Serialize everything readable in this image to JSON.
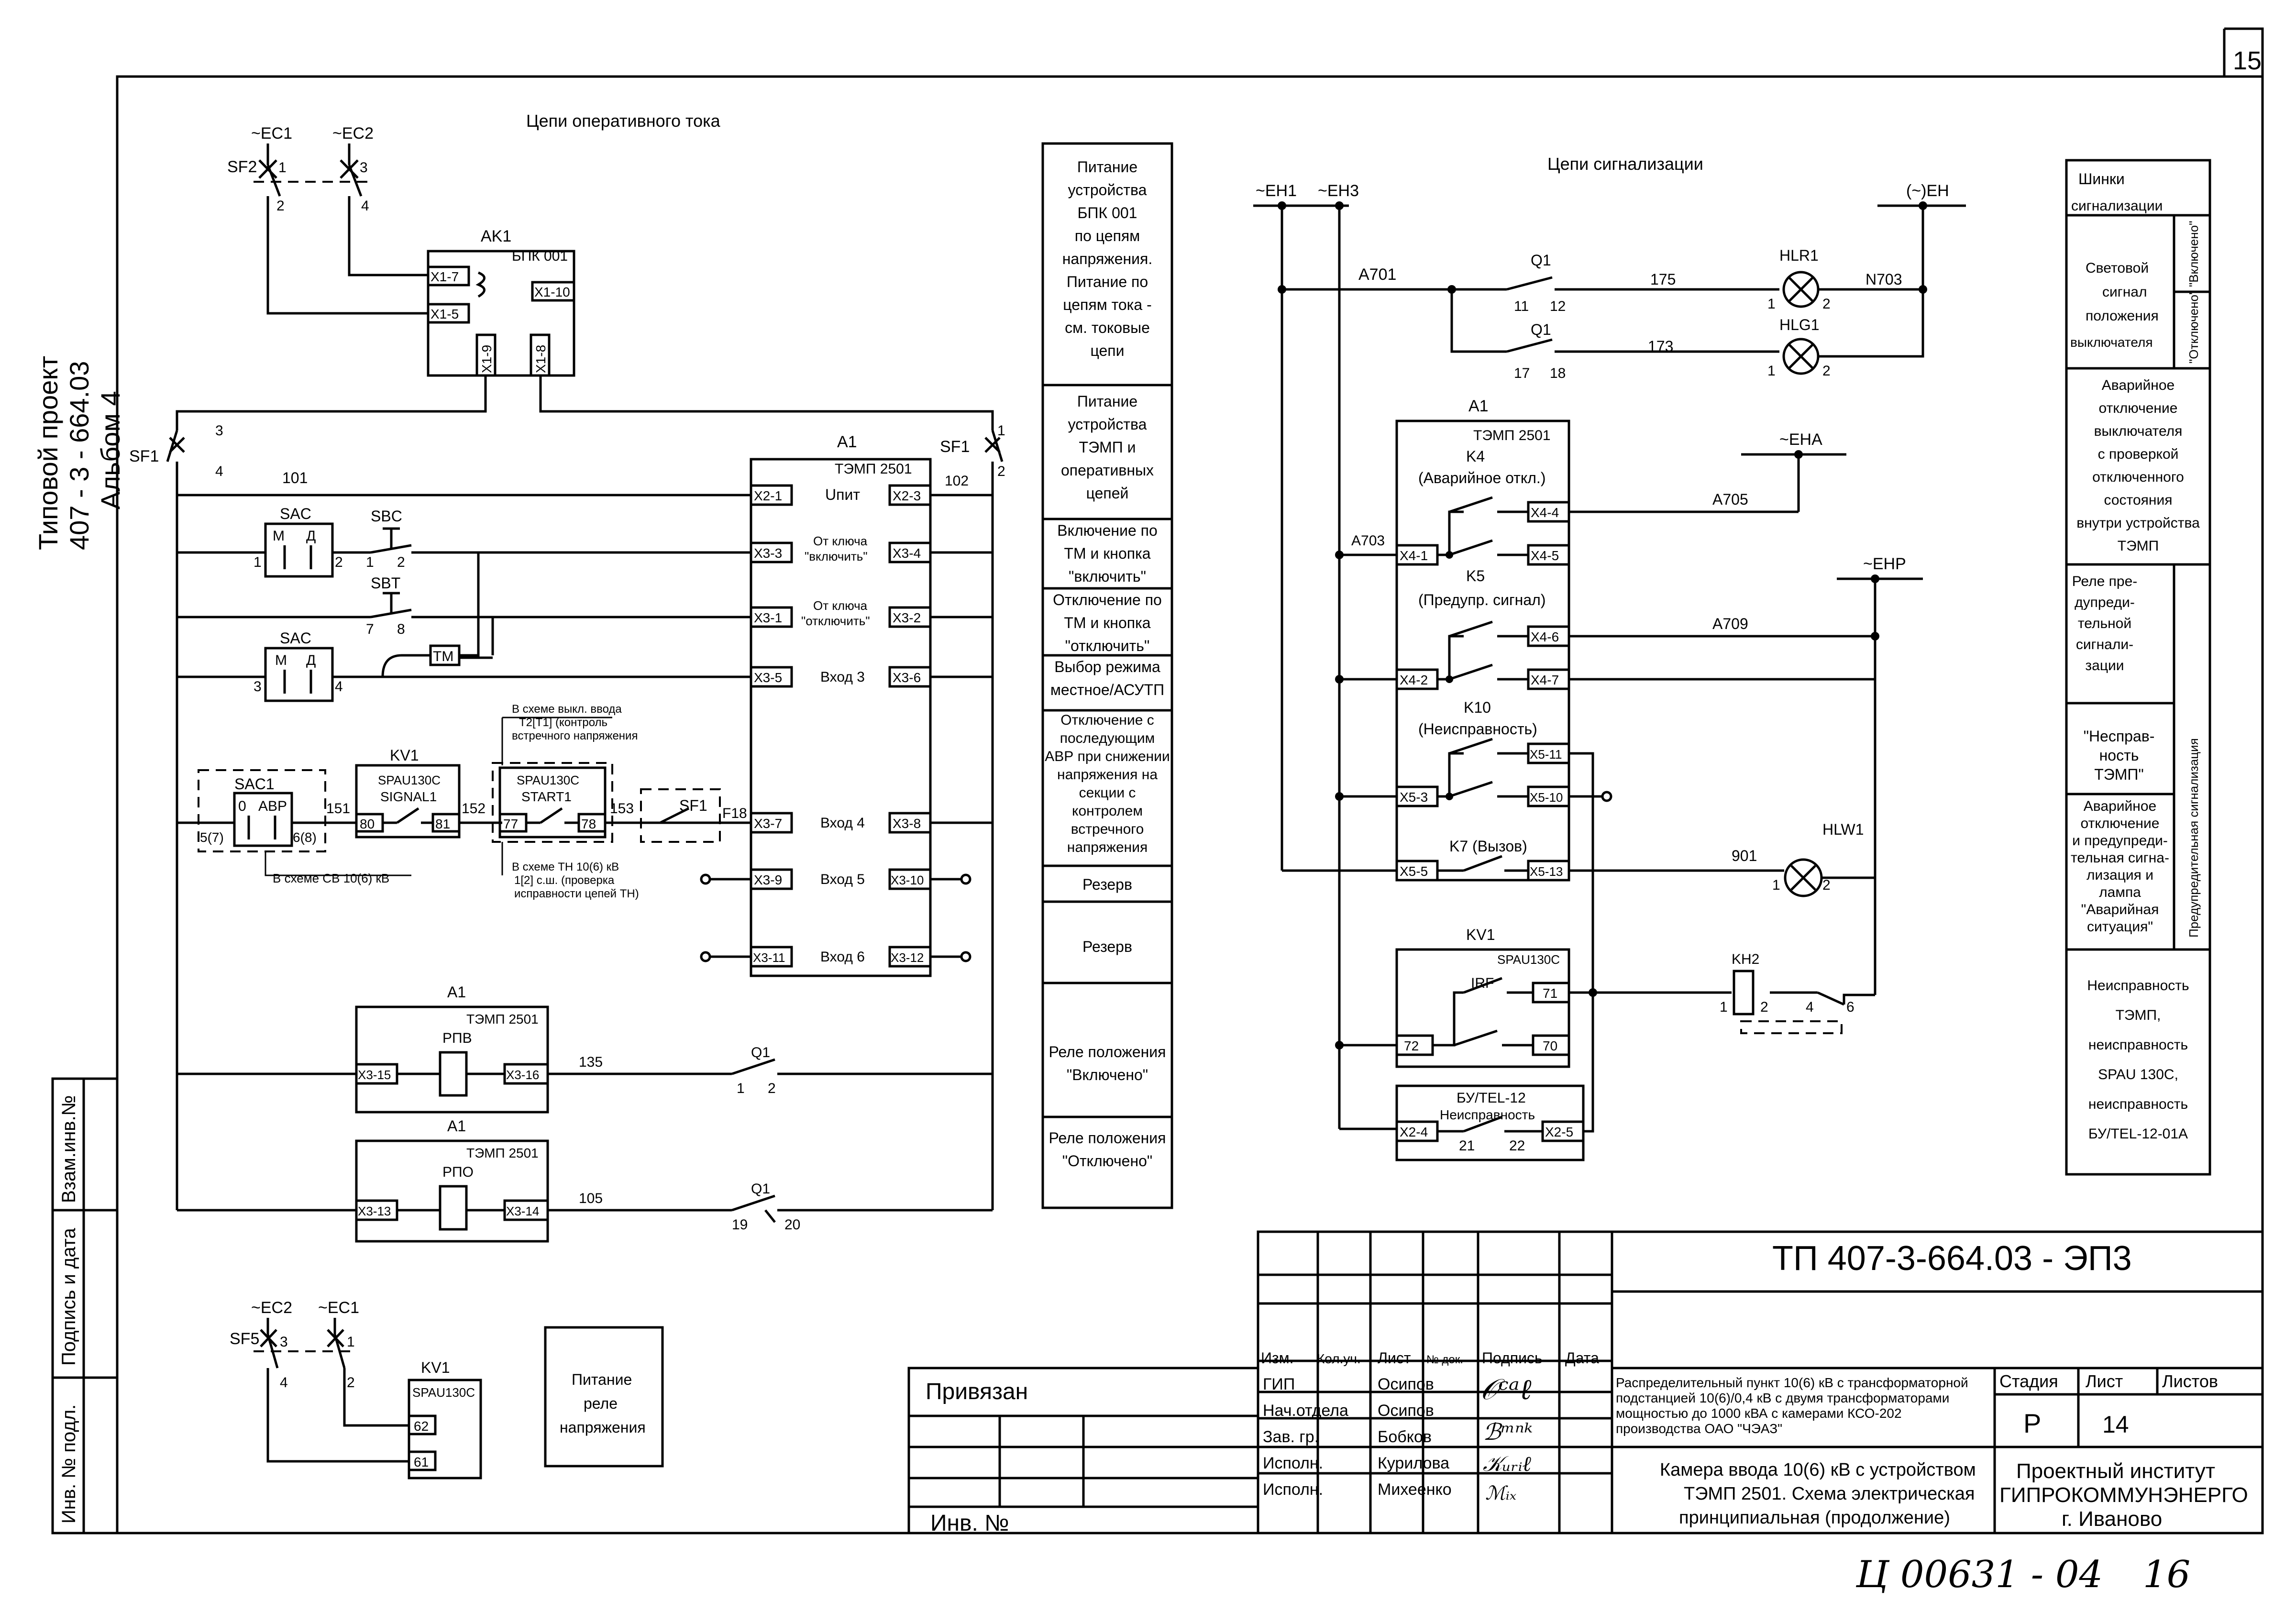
{
  "page": {
    "sheet_number": "15",
    "side_title_1": "Типовой проект",
    "side_title_2": "407 - 3 - 664.03",
    "side_title_3": "Альбом 4",
    "footer_handwritten": "Ц 00631 - 04",
    "footer_handwritten_page": "16"
  },
  "side_stamp": {
    "vzam": "Взам.инв.№",
    "podpis": "Подпись и дата",
    "inv_podl": "Инв. № подл."
  },
  "left": {
    "title": "Цепи оперативного тока",
    "ec1": "~EC1",
    "ec2": "~EC2",
    "sf2": "SF2",
    "n1": "1",
    "n3": "3",
    "n2": "2",
    "n4": "4",
    "ak1": "AK1",
    "bpk": "БПК 001",
    "x17": "X1-7",
    "x15": "X1-5",
    "x110": "X1-10",
    "x19": "X1-9",
    "x18": "X1-8",
    "sf1": "SF1",
    "sf1r": "SF1",
    "n101": "101",
    "n102": "102",
    "a1": "A1",
    "temp2501": "ТЭМП 2501",
    "x21": "X2-1",
    "x23": "X2-3",
    "upit": "Uпит",
    "x33": "X3-3",
    "x34": "X3-4",
    "ot_kl_vkl_1": "От ключа",
    "ot_kl_vkl_2": "\"включить\"",
    "x31": "X3-1",
    "x32": "X3-2",
    "ot_kl_otk_1": "От ключа",
    "ot_kl_otk_2": "\"отключить\"",
    "x35": "X3-5",
    "x36": "X3-6",
    "vhod3": "Вход 3",
    "x37": "X3-7",
    "x38": "X3-8",
    "vhod4": "Вход 4",
    "x39": "X3-9",
    "x310": "X3-10",
    "vhod5": "Вход 5",
    "x311": "X3-11",
    "x312": "X3-12",
    "vhod6": "Вход 6",
    "sac": "SAC",
    "m": "М",
    "d": "Д",
    "sbc": "SBC",
    "sbt": "SBT",
    "tm": "ТМ",
    "n7": "7",
    "n8": "8",
    "sac1": "SAC1",
    "o": "0",
    "avr": "АВР",
    "n57": "5(7)",
    "n68": "6(8)",
    "v_sheme_sv": "В схеме СВ 10(6) кВ",
    "kv1": "KV1",
    "spau130c": "SPAU130C",
    "signal1": "SIGNAL1",
    "n80": "80",
    "n81": "81",
    "n151": "151",
    "n152": "152",
    "n153": "153",
    "start1": "START1",
    "n77": "77",
    "n78": "78",
    "f18": "F18",
    "note_vvod_1": "В схеме выкл. ввода",
    "note_vvod_2": "T2[T1] (контроль",
    "note_vvod_3": "встречного напряжения",
    "note_tn_1": "В схеме ТН 10(6) кВ",
    "note_tn_2": "1[2] с.ш. (проверка",
    "note_tn_3": "исправности цепей ТН)",
    "rpv": "РПВ",
    "x315": "X3-15",
    "x316": "X3-16",
    "n135": "135",
    "q1": "Q1",
    "rpo": "РПО",
    "x313": "X3-13",
    "x314": "X3-14",
    "n105": "105",
    "n19": "19",
    "n20": "20",
    "sf5": "SF5",
    "kv1b": "KV1",
    "spau130c_b": "SPAU130C",
    "n62": "62",
    "n61": "61",
    "pitanie_rele_1": "Питание",
    "pitanie_rele_2": "реле",
    "pitanie_rele_3": "напряжения"
  },
  "mid_column": [
    [
      "Питание",
      "устройства",
      "БПК 001",
      "по цепям",
      "напряжения.",
      "Питание по",
      "цепям тока -",
      "см. токовые",
      "цепи"
    ],
    [
      "Питание",
      "устройства",
      "ТЭМП и",
      "оперативных",
      "цепей"
    ],
    [
      "Включение по",
      "ТМ и кнопка",
      "\"включить\""
    ],
    [
      "Отключение по",
      "ТМ и кнопка",
      "\"отключить\""
    ],
    [
      "Выбор режима",
      "местное/АСУТП"
    ],
    [
      "Отключение с",
      "последующим",
      "АВР при снижении",
      "напряжения на",
      "секции с",
      "контролем",
      "встречного",
      "напряжения"
    ],
    [
      "Резерв"
    ],
    [
      "Резерв"
    ],
    [
      "Реле положения",
      "\"Включено\""
    ],
    [
      "Реле положения",
      "\"Отключено\""
    ]
  ],
  "right": {
    "title": "Цепи сигнализации",
    "eh1": "~EH1",
    "eh3": "~EH3",
    "eh": "(~)EH",
    "a701": "A701",
    "q1": "Q1",
    "n11": "11",
    "n12": "12",
    "n175": "175",
    "hlr1": "HLR1",
    "n703": "N703",
    "hlg1": "HLG1",
    "n17": "17",
    "n18": "18",
    "n173": "173",
    "n1": "1",
    "n2": "2",
    "a1": "A1",
    "temp2501": "ТЭМП 2501",
    "k4": "K4",
    "k4d": "(Аварийное откл.)",
    "eha": "~EHA",
    "x44": "X4-4",
    "x45": "X4-5",
    "x41": "X4-1",
    "a703": "A703",
    "a705": "A705",
    "k5": "K5",
    "k5d": "(Предупр. сигнал)",
    "ehp": "~EHP",
    "x46": "X4-6",
    "x47": "X4-7",
    "x42": "X4-2",
    "a709": "A709",
    "k10": "K10",
    "k10d": "(Неисправность)",
    "x511": "X5-11",
    "x510": "X5-10",
    "x53": "X5-3",
    "k7": "K7 (Вызов)",
    "x55": "X5-5",
    "x513": "X5-13",
    "n901": "901",
    "hlw1": "HLW1",
    "kv1": "KV1",
    "spau130c": "SPAU130C",
    "irf": "IRF",
    "n71": "71",
    "n72": "72",
    "n70": "70",
    "kh2": "KH2",
    "n4": "4",
    "n6": "6",
    "butel": "БУ/TEL-12",
    "neispr": "Неисправность",
    "x24": "X2-4",
    "x25": "X2-5",
    "n21": "21",
    "n22": "22"
  },
  "legend": {
    "shinki_1": "Шинки",
    "shinki_2": "сигнализации",
    "sv_1": "Световой",
    "sv_2": "сигнал",
    "sv_3": "положения",
    "sv_4": "выключателя",
    "vkl": "\"Включено\"",
    "otkl": "\"Отключено\"",
    "avar": [
      "Аварийное",
      "отключение",
      "выключателя",
      "с проверкой",
      "отключенного",
      "состояния",
      "внутри устройства",
      "ТЭМП"
    ],
    "rele_pred": [
      "Реле пре-",
      "дупреди-",
      "тельной",
      "сигнали-",
      "зации"
    ],
    "pred_sign": "Предупредительная сигнализация",
    "neispr_temp": [
      "\"Несправ-",
      "ность",
      "ТЭМП\""
    ],
    "avar_lamp": [
      "Аварийное",
      "отключение",
      "и предупреди-",
      "тельная сигна-",
      "лизация и",
      "лампа",
      "\"Аварийная",
      "ситуация\""
    ],
    "neispr_list": [
      "Неисправность",
      "ТЭМП,",
      "неисправность",
      "SPAU 130C,",
      "неисправность",
      "БУ/TEL-12-01A"
    ]
  },
  "title_block": {
    "doc_code": "ТП 407-3-664.03 - ЭП3",
    "privyazan": "Привязан",
    "inv": "Инв. №",
    "izm": "Изм.",
    "kol": "Кол.уч.",
    "list": "Лист",
    "ndok": "№ док.",
    "podpis": "Подпись",
    "data": "Дата",
    "roles": [
      "ГИП",
      "Нач.отдела",
      "Зав. гр.",
      "Исполн.",
      "Исполн."
    ],
    "names": [
      "Осипов",
      "Осипов",
      "Бобков",
      "Курилова",
      "Михеенко"
    ],
    "desc_1": "Распределительный пункт 10(6) кВ с трансформаторной",
    "desc_2": "подстанцией 10(6)/0,4 кВ с двумя трансформаторами",
    "desc_3": "мощностью до 1000 кВА с камерами КСО-202",
    "desc_4": "производства ОАО \"ЧЭАЗ\"",
    "name_1": "Камера ввода 10(6) кВ с устройством",
    "name_2": "ТЭМП 2501. Схема электрическая",
    "name_3": "принципиальная (продолжение)",
    "stadiya": "Стадия",
    "list_h": "Лист",
    "listov": "Листов",
    "stadiya_val": "Р",
    "list_val": "14",
    "org_1": "Проектный институт",
    "org_2": "ГИПРОКОММУНЭНЕРГО",
    "org_3": "г. Иваново"
  }
}
